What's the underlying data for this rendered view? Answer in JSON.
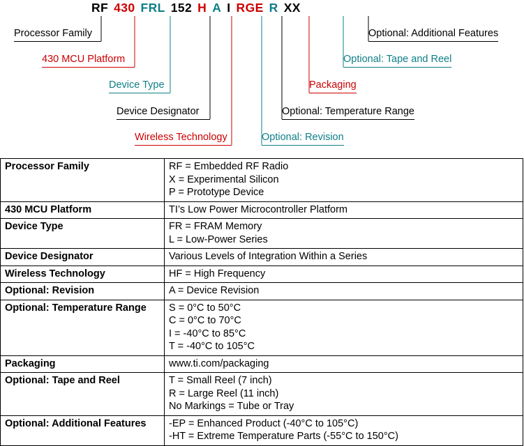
{
  "colors": {
    "red": "#cc0000",
    "teal": "#0e7f87",
    "black": "#000000"
  },
  "partnumber": {
    "full": "RF 430 FRL 152 H A I RGE R XX",
    "segments": [
      {
        "text": "RF",
        "color": "black"
      },
      {
        "text": "430",
        "color": "red"
      },
      {
        "text": "FRL",
        "color": "teal"
      },
      {
        "text": "152",
        "color": "black"
      },
      {
        "text": "H",
        "color": "red"
      },
      {
        "text": "A",
        "color": "teal"
      },
      {
        "text": "I",
        "color": "black"
      },
      {
        "text": "RGE",
        "color": "red"
      },
      {
        "text": "R",
        "color": "teal"
      },
      {
        "text": "XX",
        "color": "black"
      }
    ]
  },
  "callouts": [
    {
      "label": "Processor Family",
      "color": "black",
      "side": "left"
    },
    {
      "label": "430 MCU Platform",
      "color": "red",
      "side": "left"
    },
    {
      "label": "Device Type",
      "color": "teal",
      "side": "left"
    },
    {
      "label": "Device Designator",
      "color": "black",
      "side": "left"
    },
    {
      "label": "Wireless Technology",
      "color": "red",
      "side": "left"
    },
    {
      "label": "Optional: Revision",
      "color": "teal",
      "side": "right"
    },
    {
      "label": "Optional: Temperature Range",
      "color": "black",
      "side": "right"
    },
    {
      "label": "Packaging",
      "color": "red",
      "side": "right"
    },
    {
      "label": "Optional: Tape and Reel",
      "color": "teal",
      "side": "right"
    },
    {
      "label": "Optional: Additional Features",
      "color": "black",
      "side": "right"
    }
  ],
  "table": {
    "rows": [
      {
        "label": "Processor Family",
        "values": [
          "RF = Embedded RF Radio",
          "X = Experimental Silicon",
          "P = Prototype Device"
        ]
      },
      {
        "label": "430 MCU Platform",
        "values": [
          "TI’s Low Power Microcontroller Platform"
        ]
      },
      {
        "label": "Device Type",
        "values": [
          "FR = FRAM Memory",
          "L = Low-Power Series"
        ]
      },
      {
        "label": "Device Designator",
        "values": [
          "Various Levels of Integration Within a Series"
        ]
      },
      {
        "label": "Wireless Technology",
        "values": [
          "HF = High Frequency"
        ]
      },
      {
        "label": "Optional: Revision",
        "values": [
          "A = Device Revision"
        ]
      },
      {
        "label": "Optional: Temperature Range",
        "values": [
          "S = 0°C to 50°C",
          "C = 0°C to 70°C",
          "I = -40°C to 85°C",
          "T = -40°C to 105°C"
        ]
      },
      {
        "label": "Packaging",
        "values": [
          "www.ti.com/packaging"
        ]
      },
      {
        "label": "Optional: Tape and Reel",
        "values": [
          "T = Small Reel (7 inch)",
          "R = Large Reel (11 inch)",
          "No Markings = Tube or Tray"
        ]
      },
      {
        "label": "Optional: Additional Features",
        "values": [
          "-EP = Enhanced Product (-40°C to 105°C)",
          "-HT = Extreme Temperature Parts (-55°C to 150°C)"
        ]
      }
    ]
  }
}
